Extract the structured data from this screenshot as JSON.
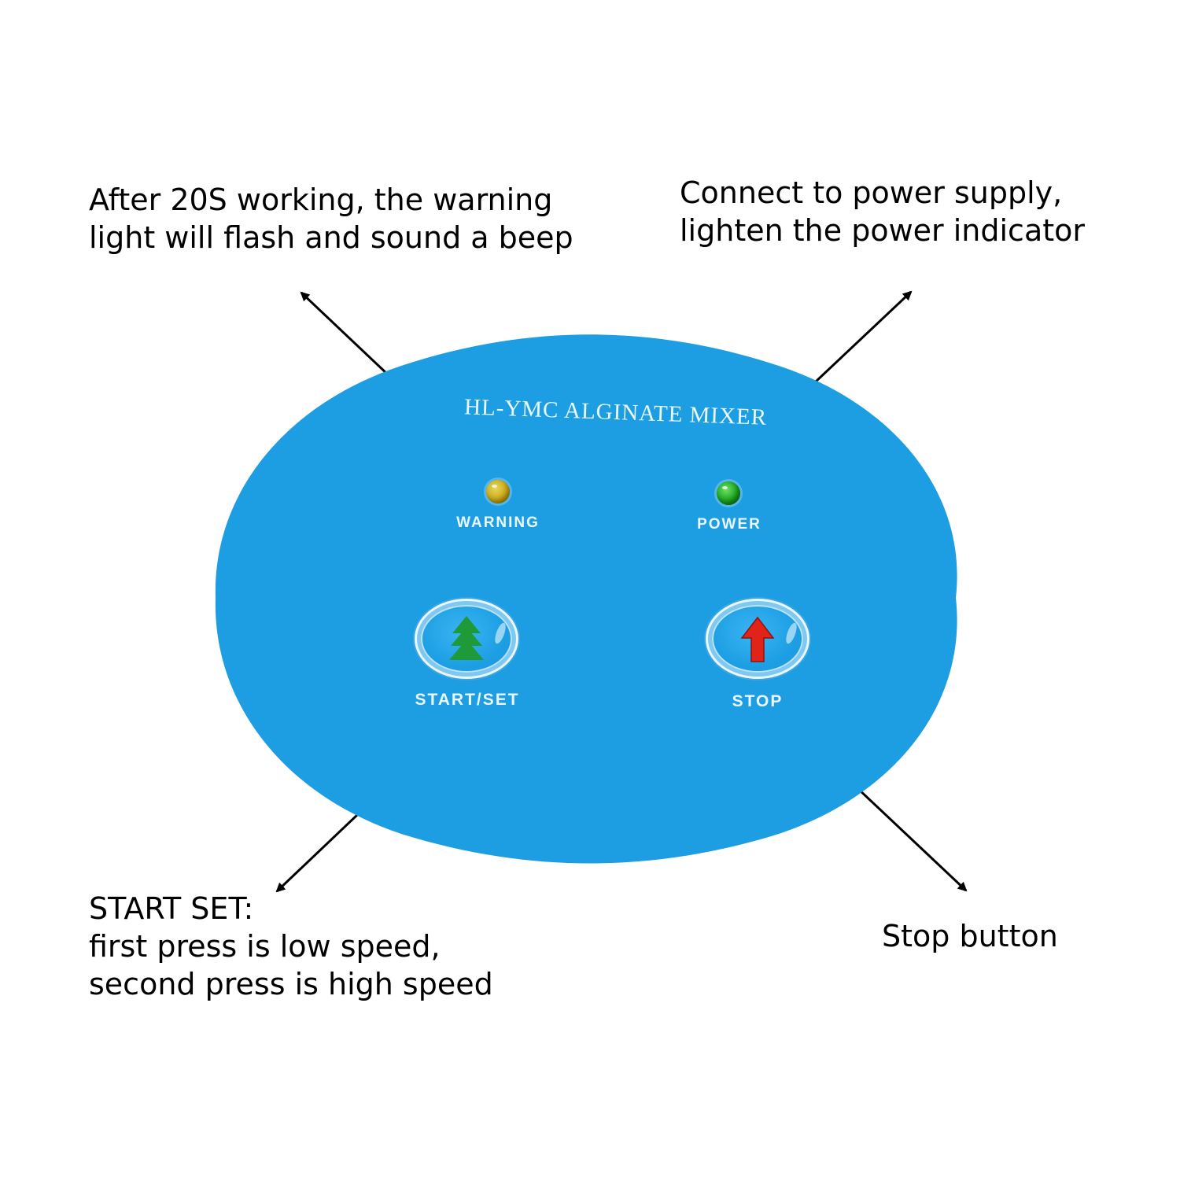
{
  "callouts": {
    "warning": {
      "line1": "After 20S working, the warning",
      "line2": "light will flash and sound a beep"
    },
    "power": {
      "line1": "Connect to power supply,",
      "line2": "lighten the power indicator"
    },
    "start": {
      "line1": "START SET:",
      "line2": "first press is low speed,",
      "line3": "second press is high speed"
    },
    "stop": {
      "line1": "Stop button"
    }
  },
  "panel": {
    "title": "HL-YMC  ALGINATE MIXER",
    "warning_label": "WARNING",
    "power_label": "POWER",
    "start_label": "START/SET",
    "stop_label": "STOP",
    "warning_led_color": "#c9a814",
    "power_led_color": "#18a21a",
    "panel_color": "#1e9ee2",
    "start_icon_color": "#1f9a38",
    "stop_icon_color": "#e2231a",
    "start_icon": "up-tree-arrows-icon",
    "stop_icon": "up-arrow-icon"
  }
}
